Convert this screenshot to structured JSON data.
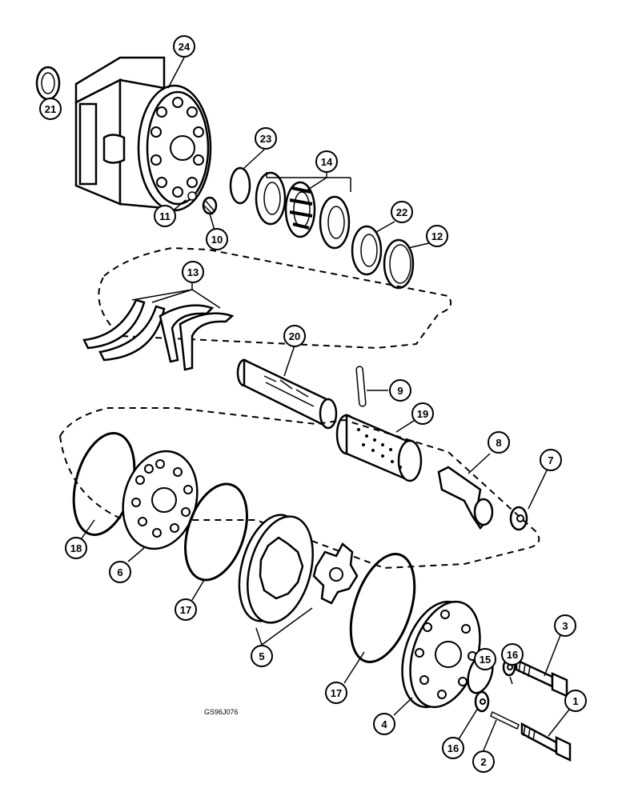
{
  "drawing_code": "GS96J076",
  "callouts": {
    "c1": "1",
    "c2": "2",
    "c3": "3",
    "c4": "4",
    "c5": "5",
    "c6": "6",
    "c7": "7",
    "c8": "8",
    "c9": "9",
    "c10": "10",
    "c11": "11",
    "c12": "12",
    "c13": "13",
    "c14": "14",
    "c15": "15",
    "c16a": "16",
    "c16b": "16",
    "c17a": "17",
    "c17b": "17",
    "c18": "18",
    "c19": "19",
    "c20": "20",
    "c21": "21",
    "c22": "22",
    "c23": "23",
    "c24": "24"
  }
}
